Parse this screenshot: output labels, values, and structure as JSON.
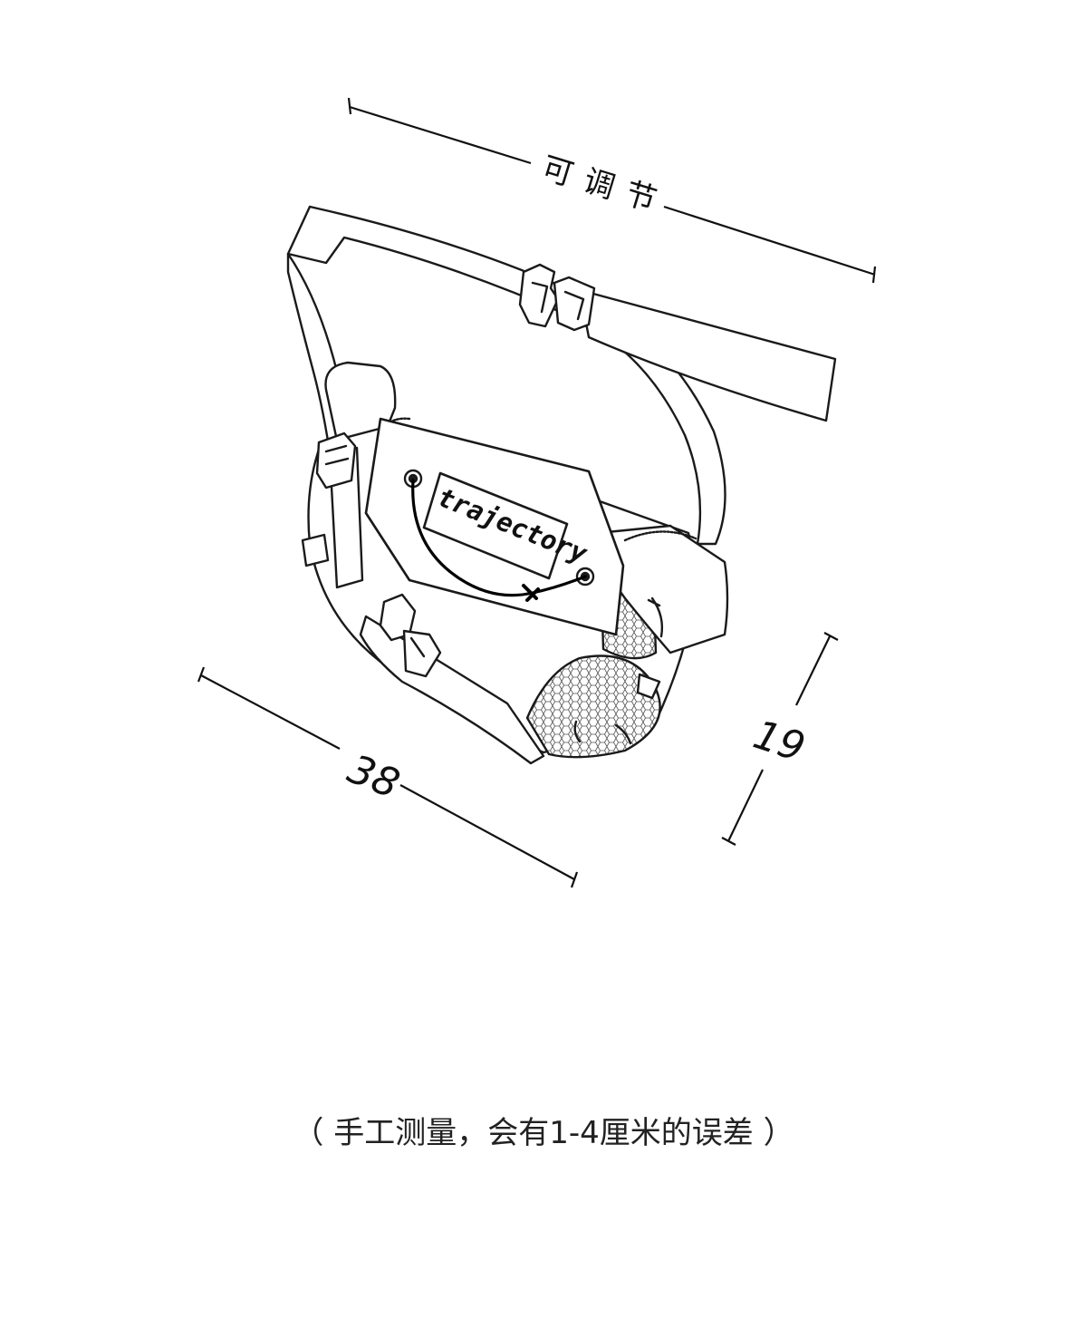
{
  "diagram": {
    "strap_label": "可调节",
    "width_label": "38",
    "height_label": "19",
    "brand_tag": "trajectory"
  },
  "note": "（ 手工测量，会有1-4厘米的误差 ）"
}
